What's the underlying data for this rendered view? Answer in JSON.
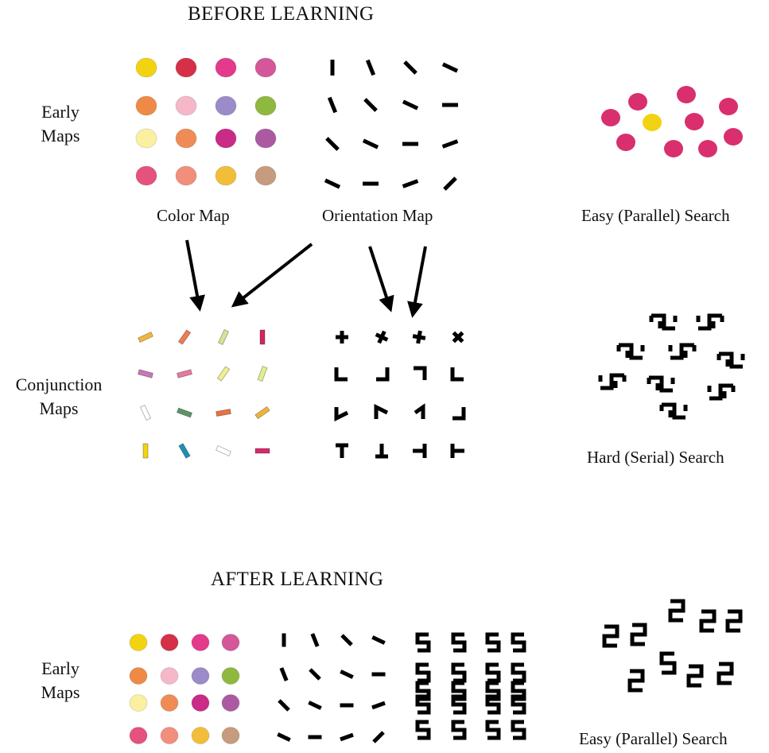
{
  "before": {
    "heading": "BEFORE  LEARNING",
    "early_maps_label": [
      "Early",
      "Maps"
    ],
    "color_map_label": "Color Map",
    "orientation_map_label": "Orientation  Map",
    "easy_search_label": "Easy (Parallel) Search",
    "conjunction_maps_label": [
      "Conjunction",
      "Maps"
    ],
    "hard_search_label": "Hard (Serial) Search"
  },
  "after": {
    "heading": "AFTER LEARNING",
    "early_maps_label": [
      "Early",
      "Maps"
    ],
    "easy_search_label": "Easy (Parallel) Search"
  },
  "colors": {
    "color_map_rows": [
      [
        "#f2d312",
        "#d62f48",
        "#e33a8c",
        "#d4579a"
      ],
      [
        "#ee8a46",
        "#f5b8c8",
        "#9b8bc9",
        "#8fb83e"
      ],
      [
        "#faf0a0",
        "#ef8c55",
        "#c92b86",
        "#ab5aa2"
      ],
      [
        "#e5527e",
        "#f28e7c",
        "#f2be3a",
        "#c79b7d"
      ]
    ],
    "search_distractor": "#d92f6e",
    "search_target": "#f2d312",
    "conjunction_bars": [
      [
        "#f0b63a",
        "#ee7c52",
        "#d7e394",
        "#d42565"
      ],
      [
        "#c877b8",
        "#e87a9d",
        "#eef090",
        "#e2ef8c"
      ],
      [
        "#ffffff",
        "#5e9468",
        "#ea7240",
        "#efb33a"
      ],
      [
        "#f2d312",
        "#1f8fb0",
        "#ffffff",
        "#d62a6e"
      ]
    ]
  },
  "glyphs": {
    "search_distractor_char": "ᴤ",
    "after_target_char": "S",
    "after_distractor_char": "Z"
  }
}
